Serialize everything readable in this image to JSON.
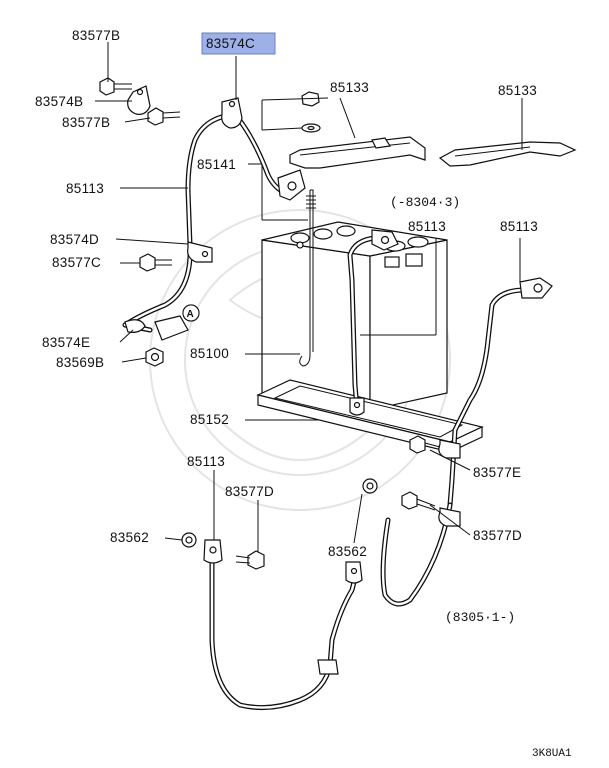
{
  "highlight_color": "#9db0e8",
  "labels": {
    "p83577B_top": "83577B",
    "p83574C": "83574C",
    "p83574B": "83574B",
    "p83577B_mid": "83577B",
    "p85133_a": "85133",
    "p85133_b": "85133",
    "p85141": "85141",
    "p85113_left": "85113",
    "date_a": "(-8304·3)",
    "p85113_mid": "85113",
    "p85113_right": "85113",
    "p83574D": "83574D",
    "p83577C": "83577C",
    "marker_a": "A",
    "p83574E": "83574E",
    "p83569B": "83569B",
    "p85100": "85100",
    "p85152": "85152",
    "p85113_bottom": "85113",
    "p83577E": "83577E",
    "p83577D_left": "83577D",
    "p83577D_right": "83577D",
    "p83562_left": "83562",
    "p83562_mid": "83562",
    "date_b": "(8305·1-)",
    "figure_code": "3K8UA1"
  }
}
